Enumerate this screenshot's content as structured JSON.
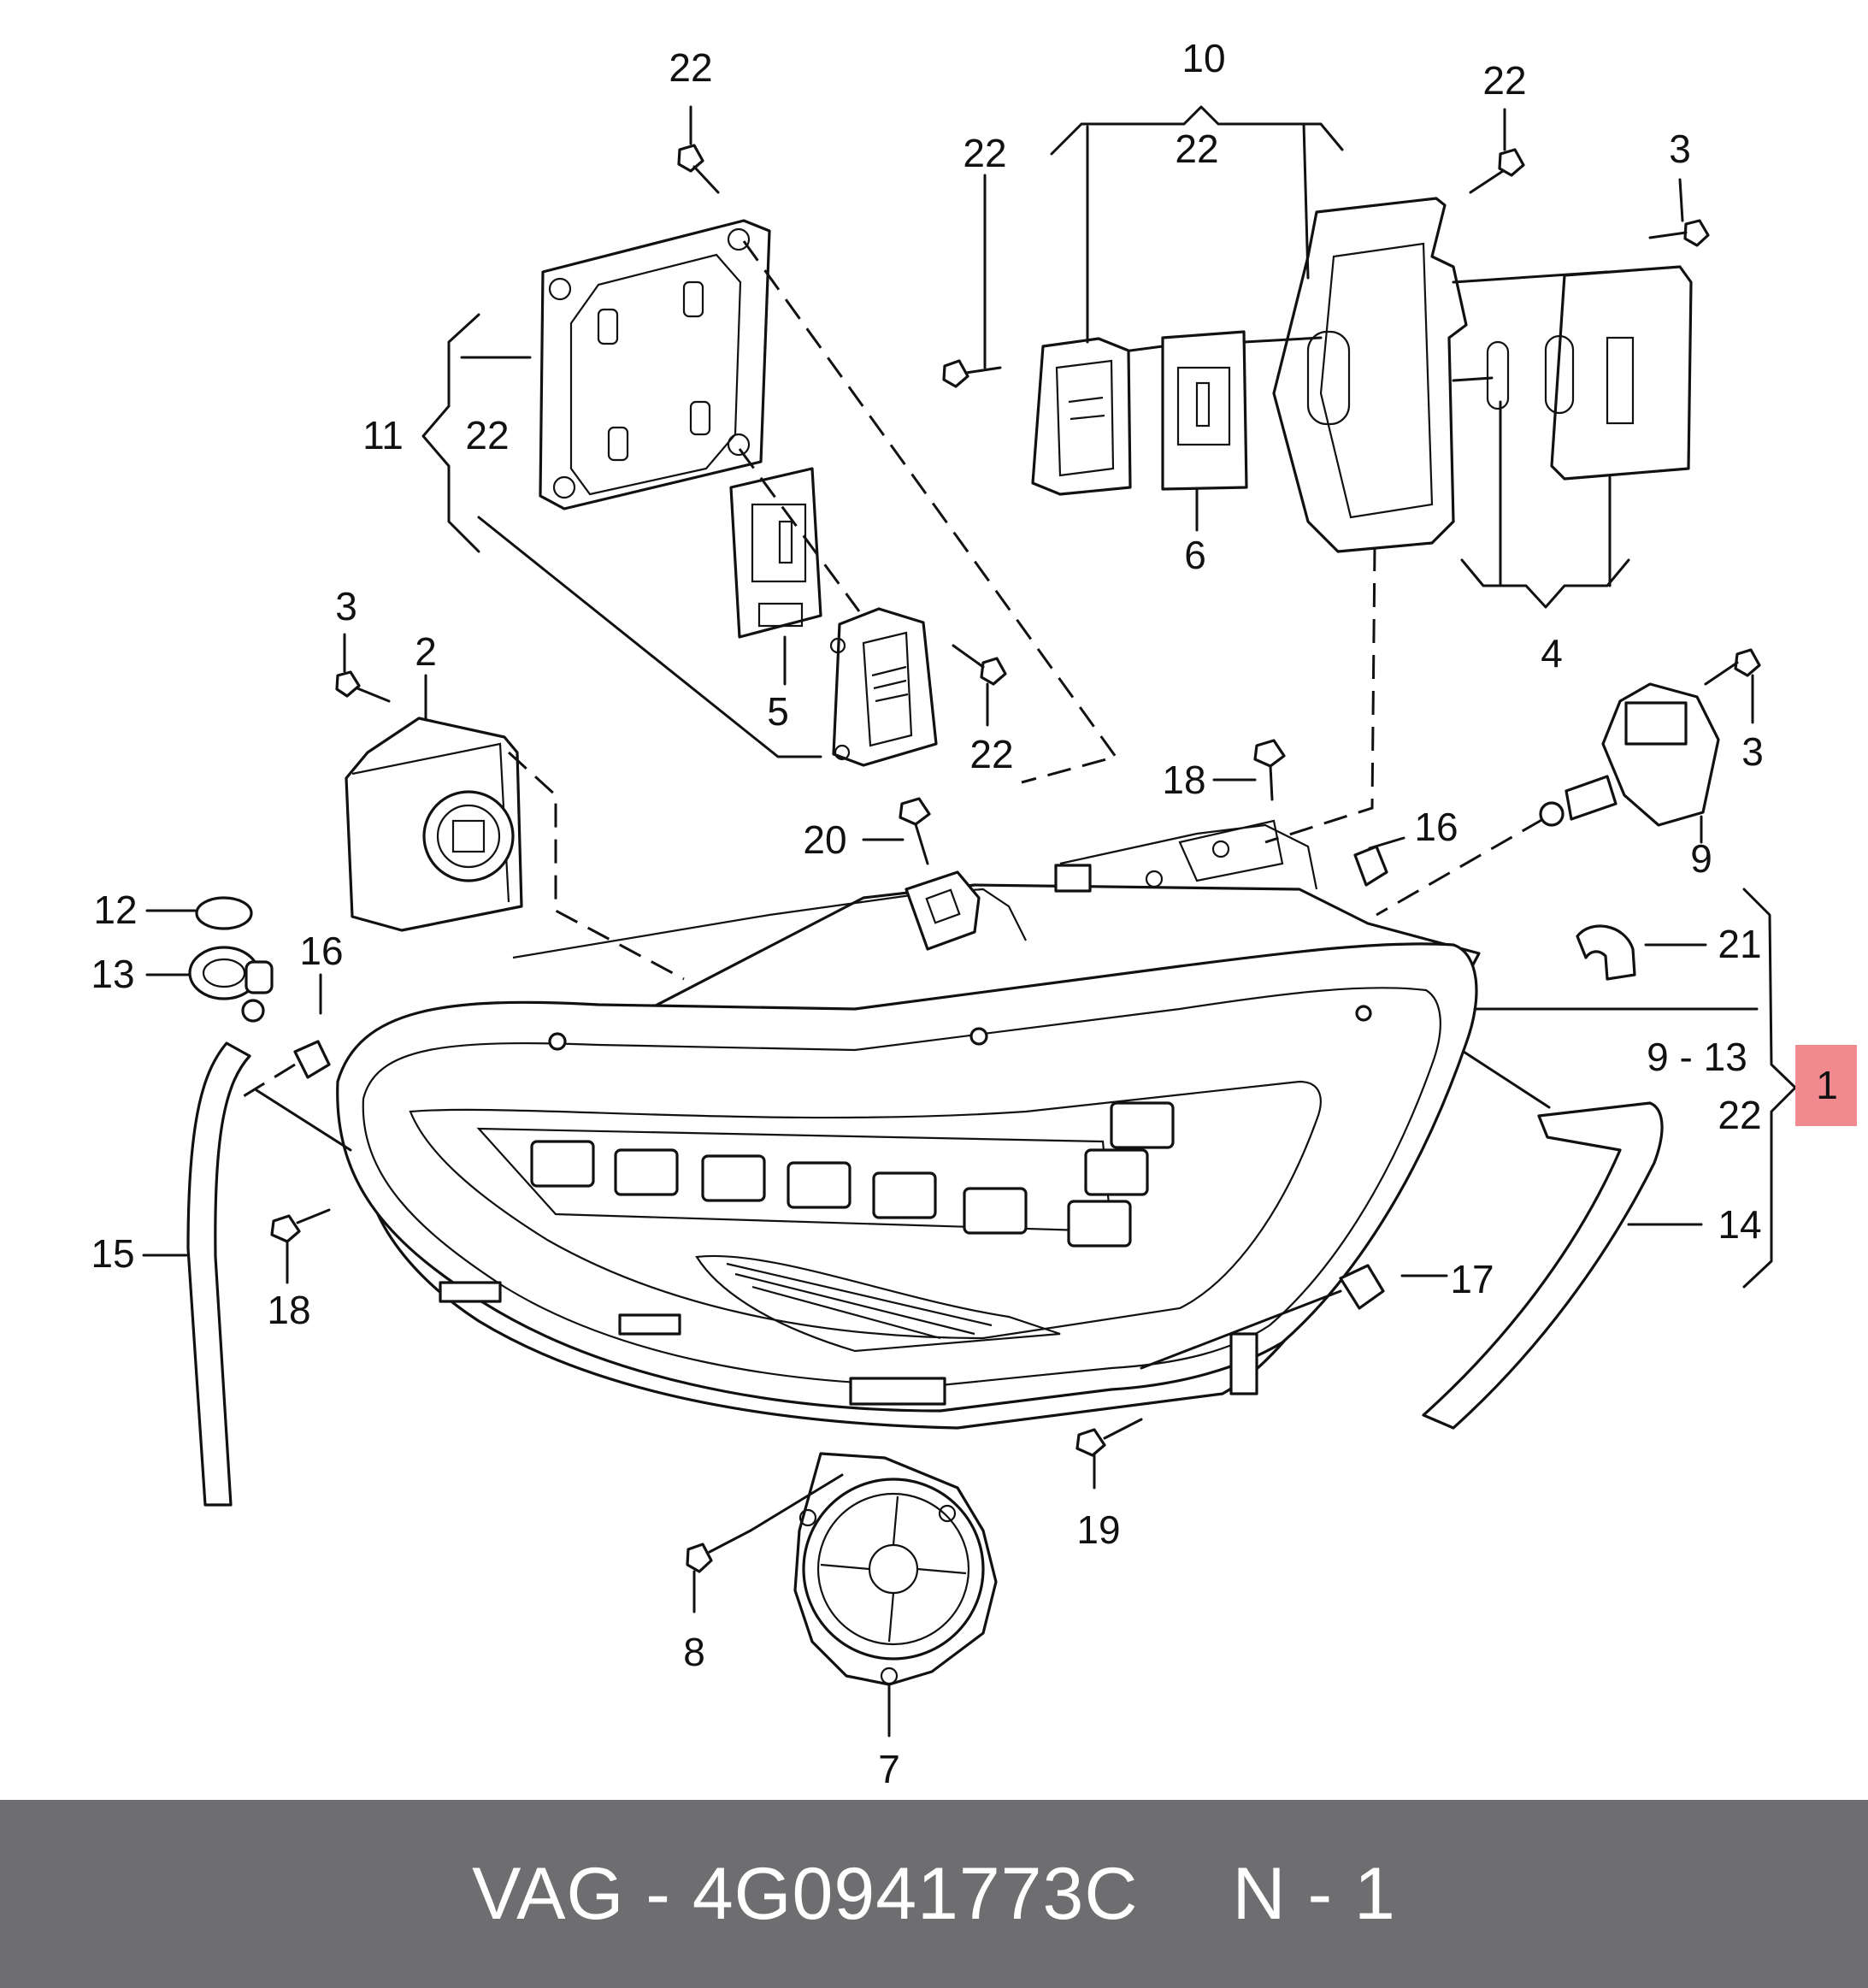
{
  "colors": {
    "footer_bg": "#6e6e70",
    "footer_text": "#ffffff",
    "highlight": "#f08a8f",
    "line": "#111111"
  },
  "callouts": {
    "c22_top_left": "22",
    "c10": "10",
    "c22_bracket10": "22",
    "c22_top_right": "22",
    "c22_mid": "22",
    "c3_top_right": "3",
    "c11": "11",
    "c22_bracket11": "22",
    "c6": "6",
    "c4": "4",
    "c3_left": "3",
    "c2": "2",
    "c5": "5",
    "c22_low": "22",
    "c3_right": "3",
    "c18_top": "18",
    "c20": "20",
    "c16_right": "16",
    "c9": "9",
    "c12": "12",
    "c21": "21",
    "c13": "13",
    "c16_left": "16",
    "c9_13": "9 - 13",
    "c1": "1",
    "c22_bracket1": "22",
    "c14": "14",
    "c15": "15",
    "c17": "17",
    "c18_bottom": "18",
    "c19": "19",
    "c8": "8",
    "c7": "7"
  },
  "footer": {
    "part_number": "VAG - 4G0941773C",
    "page": "N - 1"
  }
}
